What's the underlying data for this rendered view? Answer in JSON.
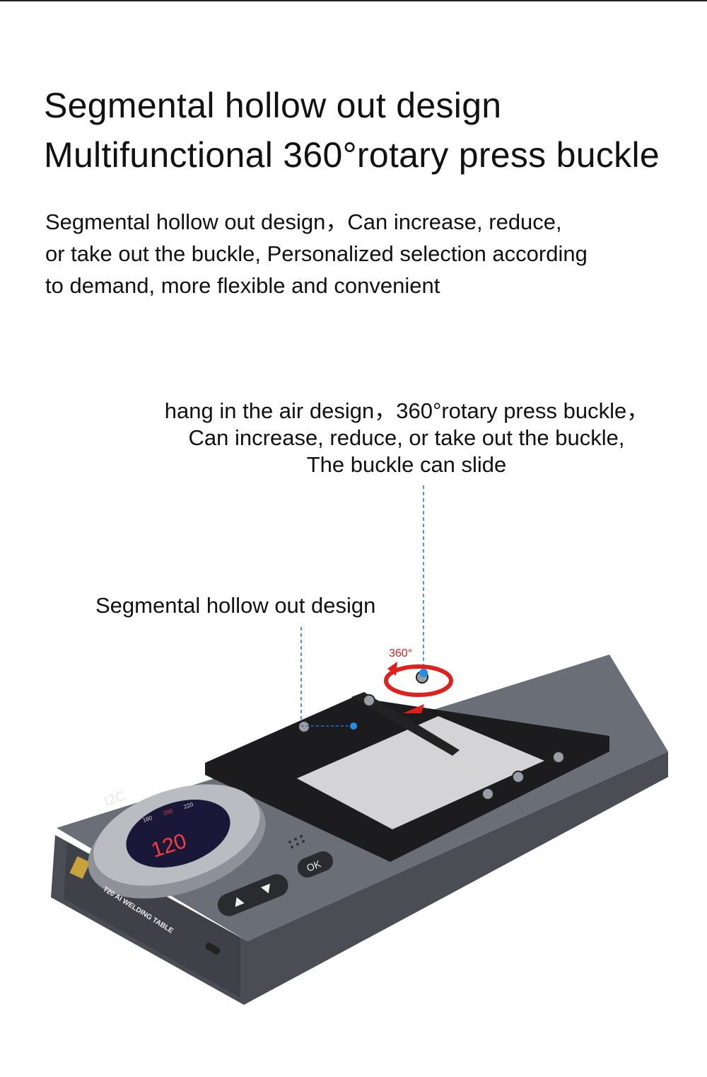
{
  "heading": {
    "line1": "Segmental hollow out design",
    "line2": "Multifunctional 360°rotary press buckle"
  },
  "description": [
    "Segmental hollow out design，Can increase, reduce,",
    "or take out the buckle, Personalized selection according",
    "to demand, more flexible and convenient"
  ],
  "callout_top": [
    "hang in the air design，360°rotary press buckle，",
    "Can increase, reduce, or take out the buckle,",
    "The buckle can slide"
  ],
  "callout_left": "Segmental hollow out design",
  "rotation_label": "360°",
  "device": {
    "brand": "I2C",
    "model": "T20 AI WELDING TABLE",
    "screen_ticks": [
      "180",
      "200",
      "220"
    ],
    "screen_temp": "120",
    "ok_button": "OK"
  },
  "colors": {
    "accent_red": "#e0201c",
    "guide_blue": "#1f6fd8",
    "body_grey": "#5c6068"
  }
}
